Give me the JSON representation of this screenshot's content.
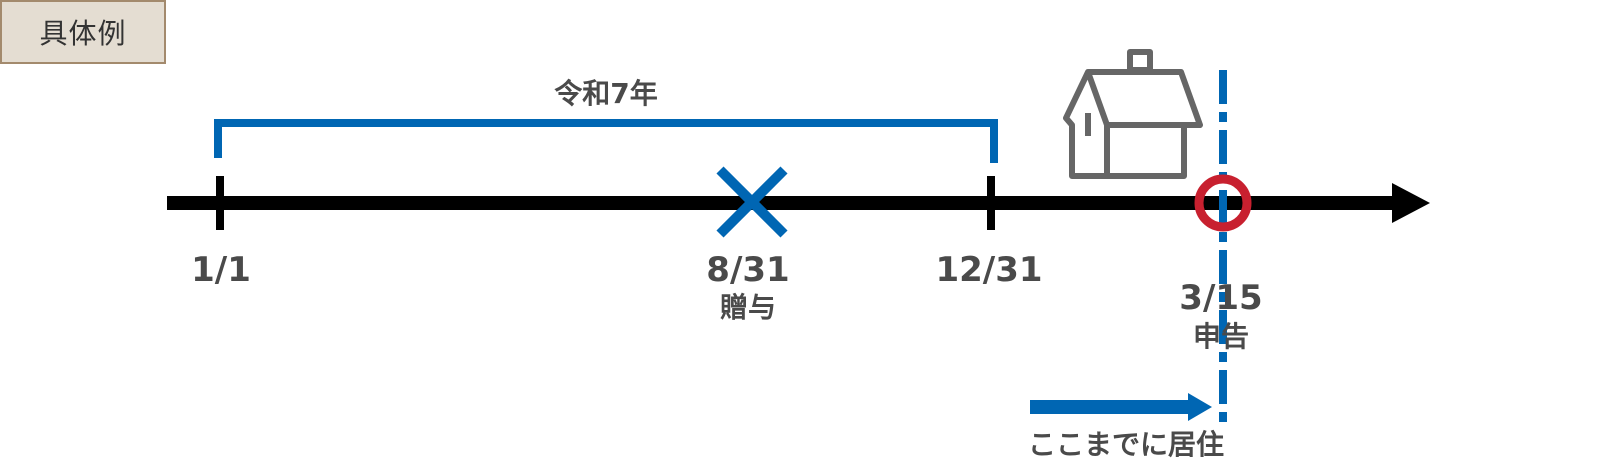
{
  "tag": {
    "label": "具体例"
  },
  "period": {
    "label": "令和7年"
  },
  "dates": [
    {
      "label": "1/1"
    },
    {
      "label": "8/31",
      "sub": "贈与"
    },
    {
      "label": "12/31"
    },
    {
      "label": "3/15",
      "sub": "申告"
    }
  ],
  "residence": {
    "label": "ここまでに居住"
  },
  "icons": {
    "gift_marker": "cross-icon",
    "filing_marker": "circle-icon",
    "residence": "house-icon"
  },
  "colors": {
    "timeline": "#000000",
    "accent_blue": "#0066b3",
    "accent_red": "#c8202f",
    "house": "#666666",
    "label": "#4a4a4a",
    "tag_bg": "#e4ddd2",
    "tag_border": "#a38a6d"
  }
}
